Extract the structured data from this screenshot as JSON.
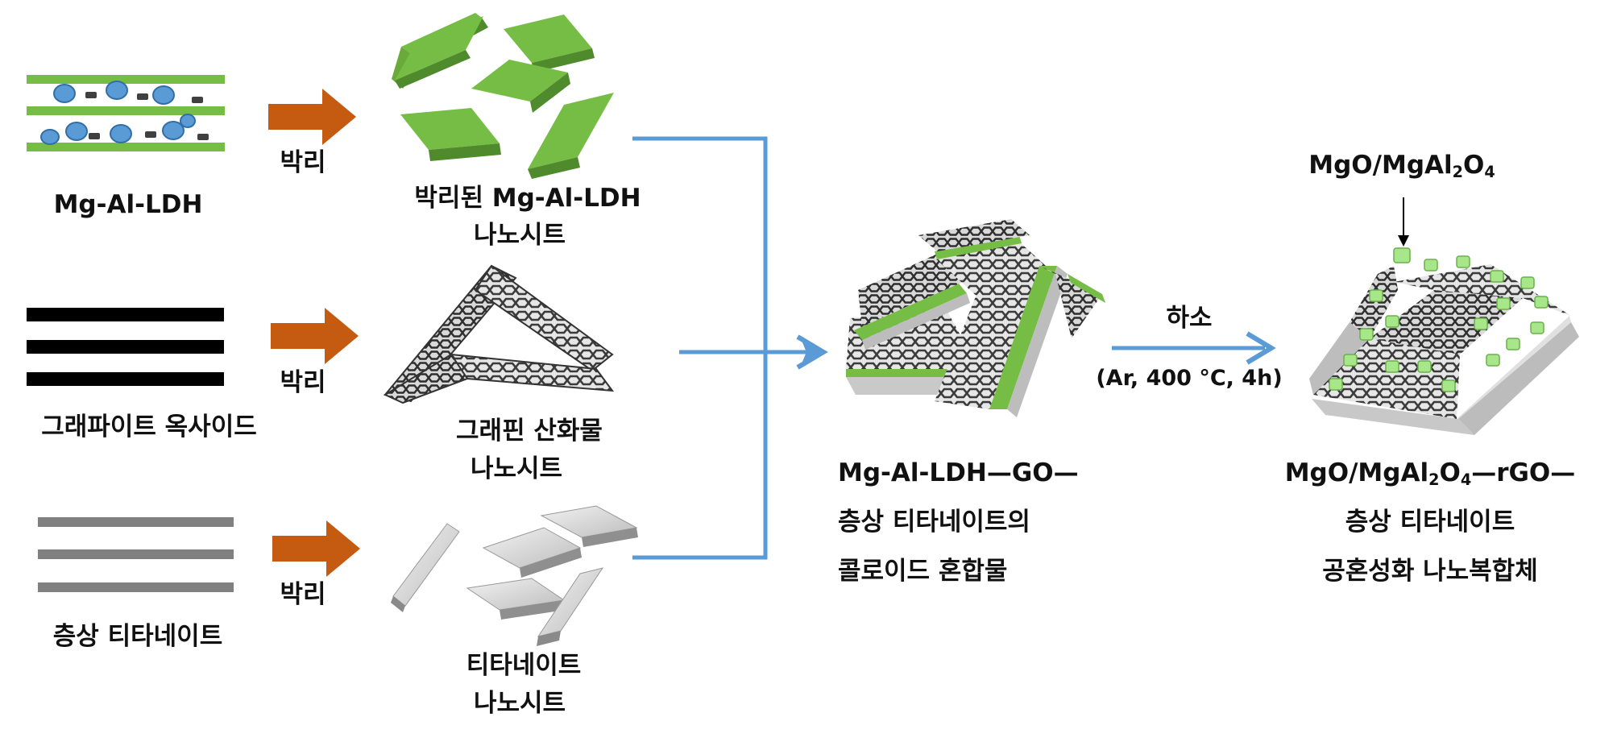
{
  "colors": {
    "ldh_green": "#76bd45",
    "ldh_dark_green": "#4f8a2c",
    "ion_blue": "#5b9bd5",
    "arrow_orange": "#c55a11",
    "flow_blue": "#5b9bd5",
    "graphite_black": "#000000",
    "titanate_gray": "#808080",
    "spinel_green": "#a8e68a"
  },
  "row1": {
    "source_label": "Mg-Al-LDH",
    "process_label": "박리",
    "product_line1": "박리된 Mg-Al-LDH",
    "product_line2": "나노시트"
  },
  "row2": {
    "source_label": "그래파이트 옥사이드",
    "process_label": "박리",
    "product_line1": "그래핀 산화물",
    "product_line2": "나노시트"
  },
  "row3": {
    "source_label": "층상 티타네이트",
    "process_label": "박리",
    "product_line1": "티타네이트",
    "product_line2": "나노시트"
  },
  "colloid": {
    "line1": "Mg-Al-LDH—GO—",
    "line2": "층상 티타네이트의",
    "line3": "콜로이드 혼합물"
  },
  "reduction": {
    "label": "하소",
    "conditions": "(Ar, 400 °C, 4h)"
  },
  "product": {
    "pointer_prefix": "MgO/MgAl",
    "pointer_sub1": "2",
    "pointer_mid": "O",
    "pointer_sub2": "4",
    "line1_prefix": "MgO/MgAl",
    "line1_sub1": "2",
    "line1_mid": "O",
    "line1_sub2": "4",
    "line1_suffix": "—rGO—",
    "line2": "층상 티타네이트",
    "line3": "공혼성화 나노복합체"
  }
}
